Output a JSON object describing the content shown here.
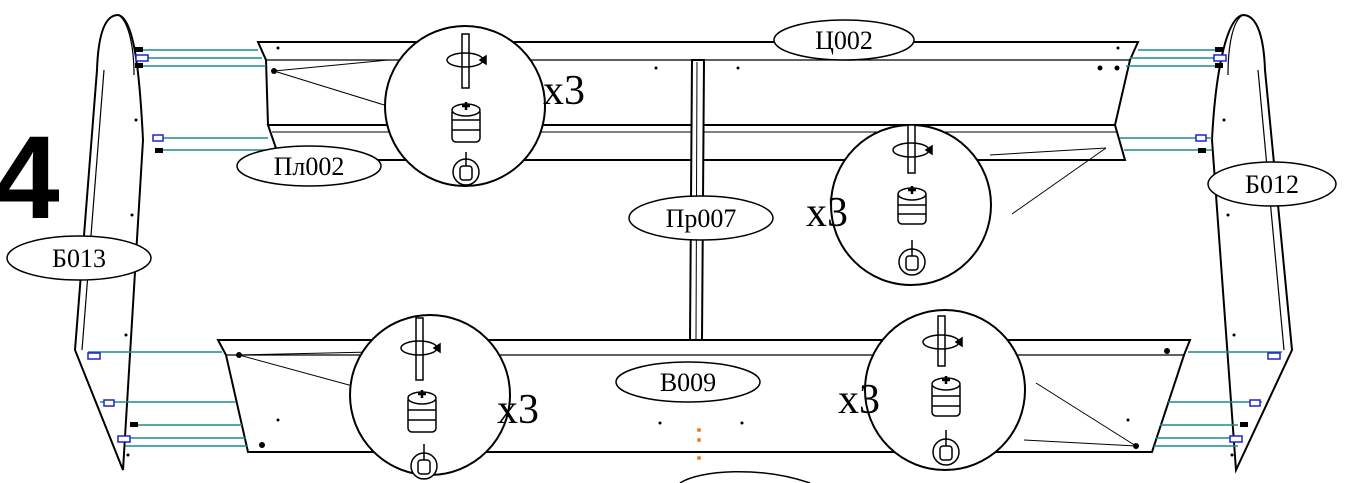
{
  "step_number": "4",
  "labels": {
    "top_panel": "Ц002",
    "shelf": "Пл002",
    "right_side": "Б012",
    "left_side": "Б013",
    "divider": "Пр007",
    "bottom_panel": "В009"
  },
  "callouts": [
    {
      "id": "top-left",
      "quantity": "x3"
    },
    {
      "id": "top-right",
      "quantity": "x3"
    },
    {
      "id": "bottom-left",
      "quantity": "x3"
    },
    {
      "id": "bottom-right",
      "quantity": "x3"
    }
  ],
  "colors": {
    "line": "#000000",
    "dowel": "#1a8c8c",
    "cam_marker": "#2020d0",
    "hole_marker": "#f08020"
  }
}
